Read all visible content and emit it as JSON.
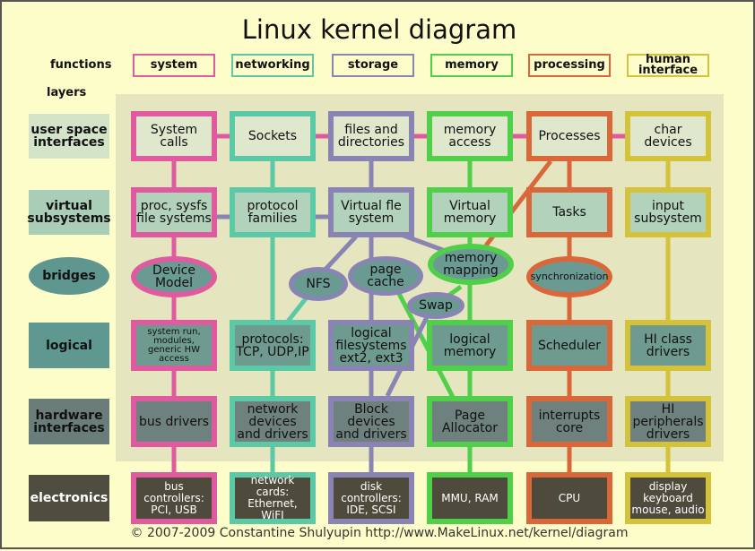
{
  "title": "Linux kernel diagram",
  "functions_label": "functions",
  "layers_label": "layers",
  "functions": [
    {
      "label": "system",
      "color": "#e05aa0"
    },
    {
      "label": "networking",
      "color": "#5cc9a6"
    },
    {
      "label": "storage",
      "color": "#8a84b4"
    },
    {
      "label": "memory",
      "color": "#4fcf4a"
    },
    {
      "label": "processing",
      "color": "#d9673a"
    },
    {
      "label": "human interface",
      "color": "#d4c23a"
    }
  ],
  "layers": [
    "user space interfaces",
    "virtual subsystems",
    "bridges",
    "logical",
    "hardware interfaces",
    "electronics"
  ],
  "rows": {
    "user": [
      "System calls",
      "Sockets",
      "files and directories",
      "memory access",
      "Processes",
      "char devices"
    ],
    "virtual": [
      "proc, sysfs file systems",
      "protocol families",
      "Virtual fle system",
      "Virtual memory",
      "Tasks",
      "input subsystem"
    ],
    "logical": [
      "system run, modules, generic HW access",
      "protocols: TCP, UDP,IP",
      "logical filesystems ext2, ext3",
      "logical memory",
      "Scheduler",
      "HI class drivers"
    ],
    "hardware": [
      "bus drivers",
      "network devices and drivers",
      "Block devices and drivers",
      "Page Allocator",
      "interrupts core",
      "HI peripherals drivers"
    ],
    "electronics": [
      "bus controllers: PCI, USB",
      "network cards: Ethernet, WiFI",
      "disk controllers: IDE, SCSI",
      "MMU, RAM",
      "CPU",
      "display keyboard mouse, audio"
    ]
  },
  "bridges": {
    "device_model": "Device Model",
    "nfs": "NFS",
    "page_cache": "page cache",
    "memory_mapping": "memory mapping",
    "swap": "Swap",
    "synchronization": "synchronization"
  },
  "copyright": "© 2007-2009 Constantine Shulyupin http://www.MakeLinux.net/kernel/diagram"
}
